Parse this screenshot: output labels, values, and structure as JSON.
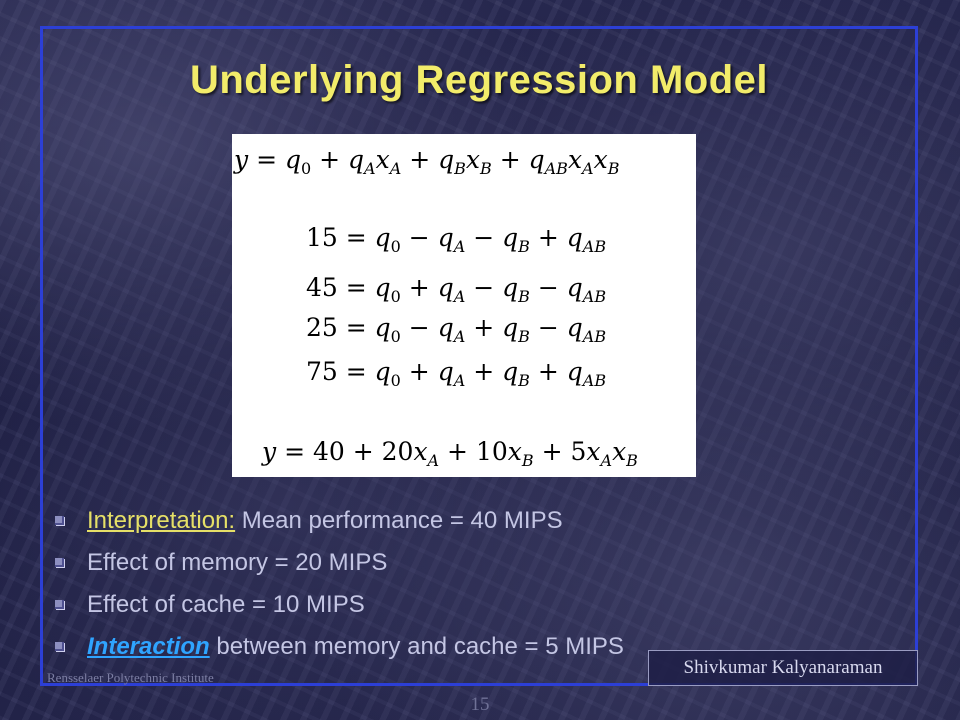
{
  "slide": {
    "title": "Underlying Regression Model",
    "equations": [
      "y = q0 + qAxA + qBxB + qABxAxB",
      "15 = q0 − qA − qB + qAB",
      "45 = q0 + qA − qB − qAB",
      "25 = q0 − qA + qB − qAB",
      "75 = q0 + qA + qB + qAB",
      "y = 40 + 20xA + 10xB + 5xAxB"
    ],
    "bullets": [
      {
        "link": "Interpretation:",
        "text": " Mean performance = 40 MIPS"
      },
      {
        "link": "",
        "text": "Effect of memory = 20 MIPS"
      },
      {
        "link": "",
        "text": "Effect of cache = 10 MIPS"
      },
      {
        "link": "Interaction",
        "text": " between memory and cache = 5 MIPS"
      }
    ],
    "footer": {
      "institution": "Rensselaer Polytechnic Institute",
      "author": "Shivkumar Kalyanaraman",
      "page": "15"
    }
  }
}
